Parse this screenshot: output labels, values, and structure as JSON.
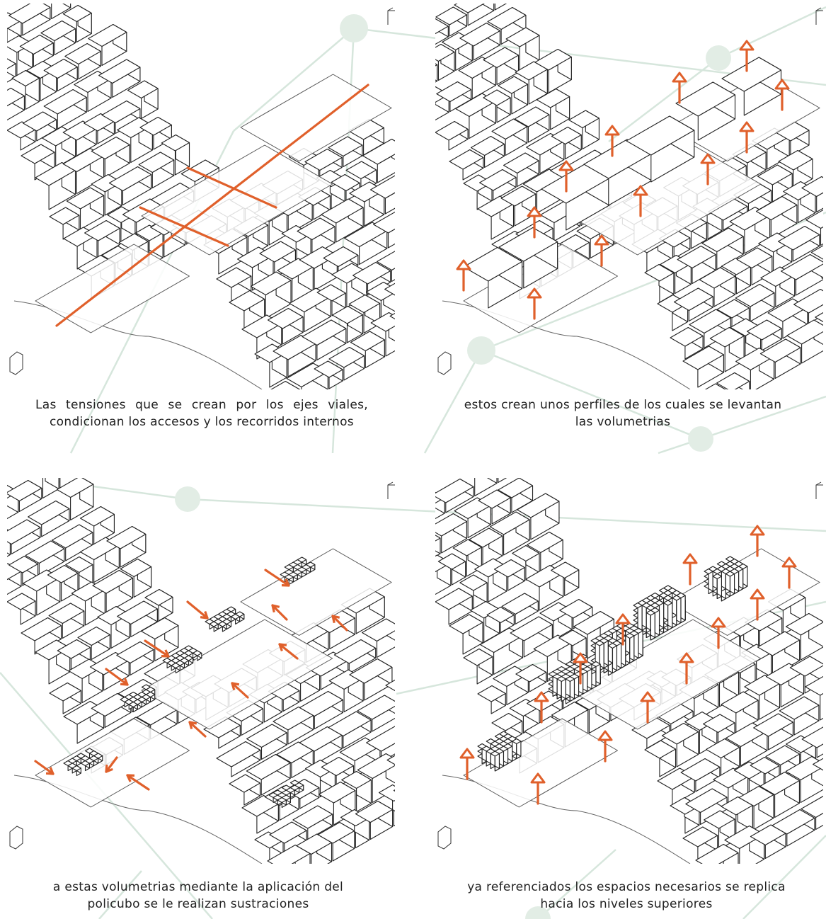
{
  "colors": {
    "accent": "#e0602b",
    "network_line": "#d6e6dc",
    "network_node": "#e2ede5",
    "building_stroke": "#222222",
    "building_fill": "#ffffff"
  },
  "panels": [
    {
      "id": "tensions",
      "caption": "Las tensiones que se crean por los ejes viales, condicionan los accesos y los recorridos internos",
      "overlay": "axes"
    },
    {
      "id": "profiles",
      "caption": "estos crean unos perfiles de los cuales se levantan las volumetrias",
      "overlay": "up-arrows"
    },
    {
      "id": "subtractions",
      "caption": "a estas volumetrias mediante la aplicación del policubo se le realizan sustraciones",
      "overlay": "inward-arrows"
    },
    {
      "id": "replication",
      "caption": "ya referenciados los espacios necesarios se replica hacia los niveles superiores",
      "overlay": "up-arrows-cubes"
    }
  ]
}
